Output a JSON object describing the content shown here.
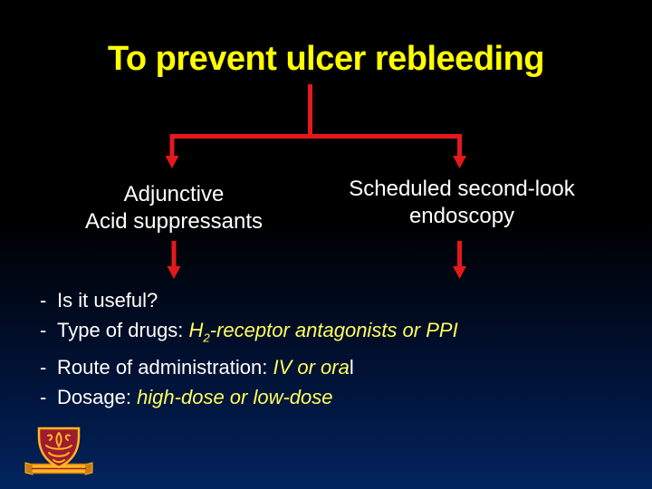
{
  "slide": {
    "title": "To prevent ulcer rebleeding"
  },
  "branches": {
    "left": {
      "line1": "Adjunctive",
      "line2": "Acid suppressants"
    },
    "right": {
      "line1": "Scheduled second-look",
      "line2": "endoscopy"
    }
  },
  "bullets": [
    {
      "dash": "-",
      "segments": [
        {
          "text": "Is it useful?"
        }
      ]
    },
    {
      "dash": "-",
      "segments": [
        {
          "text": "Type of drugs: "
        },
        {
          "text": "H"
        },
        {
          "text": "2"
        },
        {
          "text": "-receptor antagonists or PPI"
        }
      ]
    },
    {
      "dash": "-",
      "segments": [
        {
          "text": "Route of administration: "
        },
        {
          "text": "IV or ora"
        },
        {
          "text": "l"
        }
      ]
    },
    {
      "dash": "-",
      "segments": [
        {
          "text": "Dosage: "
        },
        {
          "text": "high-dose or low-dose"
        }
      ]
    }
  ],
  "logo": {
    "icon": "cuhk-university-crest"
  },
  "colors": {
    "background_top": "#000000",
    "background_bottom": "#02245e",
    "title_yellow": "#ffff00",
    "accent_yellow": "#ffff5e",
    "text_white": "#ffffff",
    "arrow_red": "#e3191c",
    "logo_gold": "#ffb81c",
    "logo_gold_dark": "#c87d10",
    "logo_crimson": "#9e1b32"
  }
}
